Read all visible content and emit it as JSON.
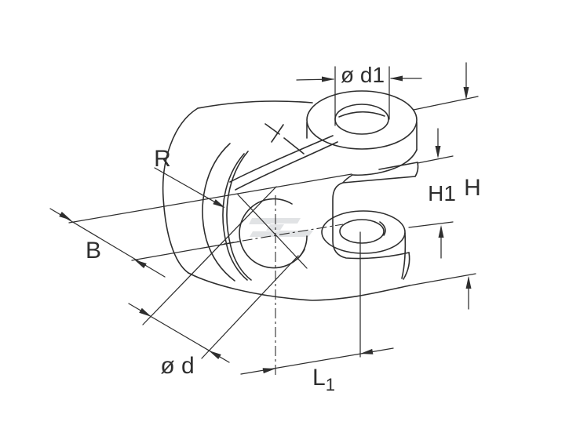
{
  "drawing_title": "clevis-fork-technical-drawing",
  "labels": {
    "d1": "ø d1",
    "r": "R",
    "h1": "H1",
    "h": "H",
    "b": "B",
    "d": "ø d",
    "l1_base": "L",
    "l1_sub": "1"
  },
  "colors": {
    "ink": "#2e2e2e",
    "background": "#ffffff",
    "watermark": "#d9dcdf"
  }
}
